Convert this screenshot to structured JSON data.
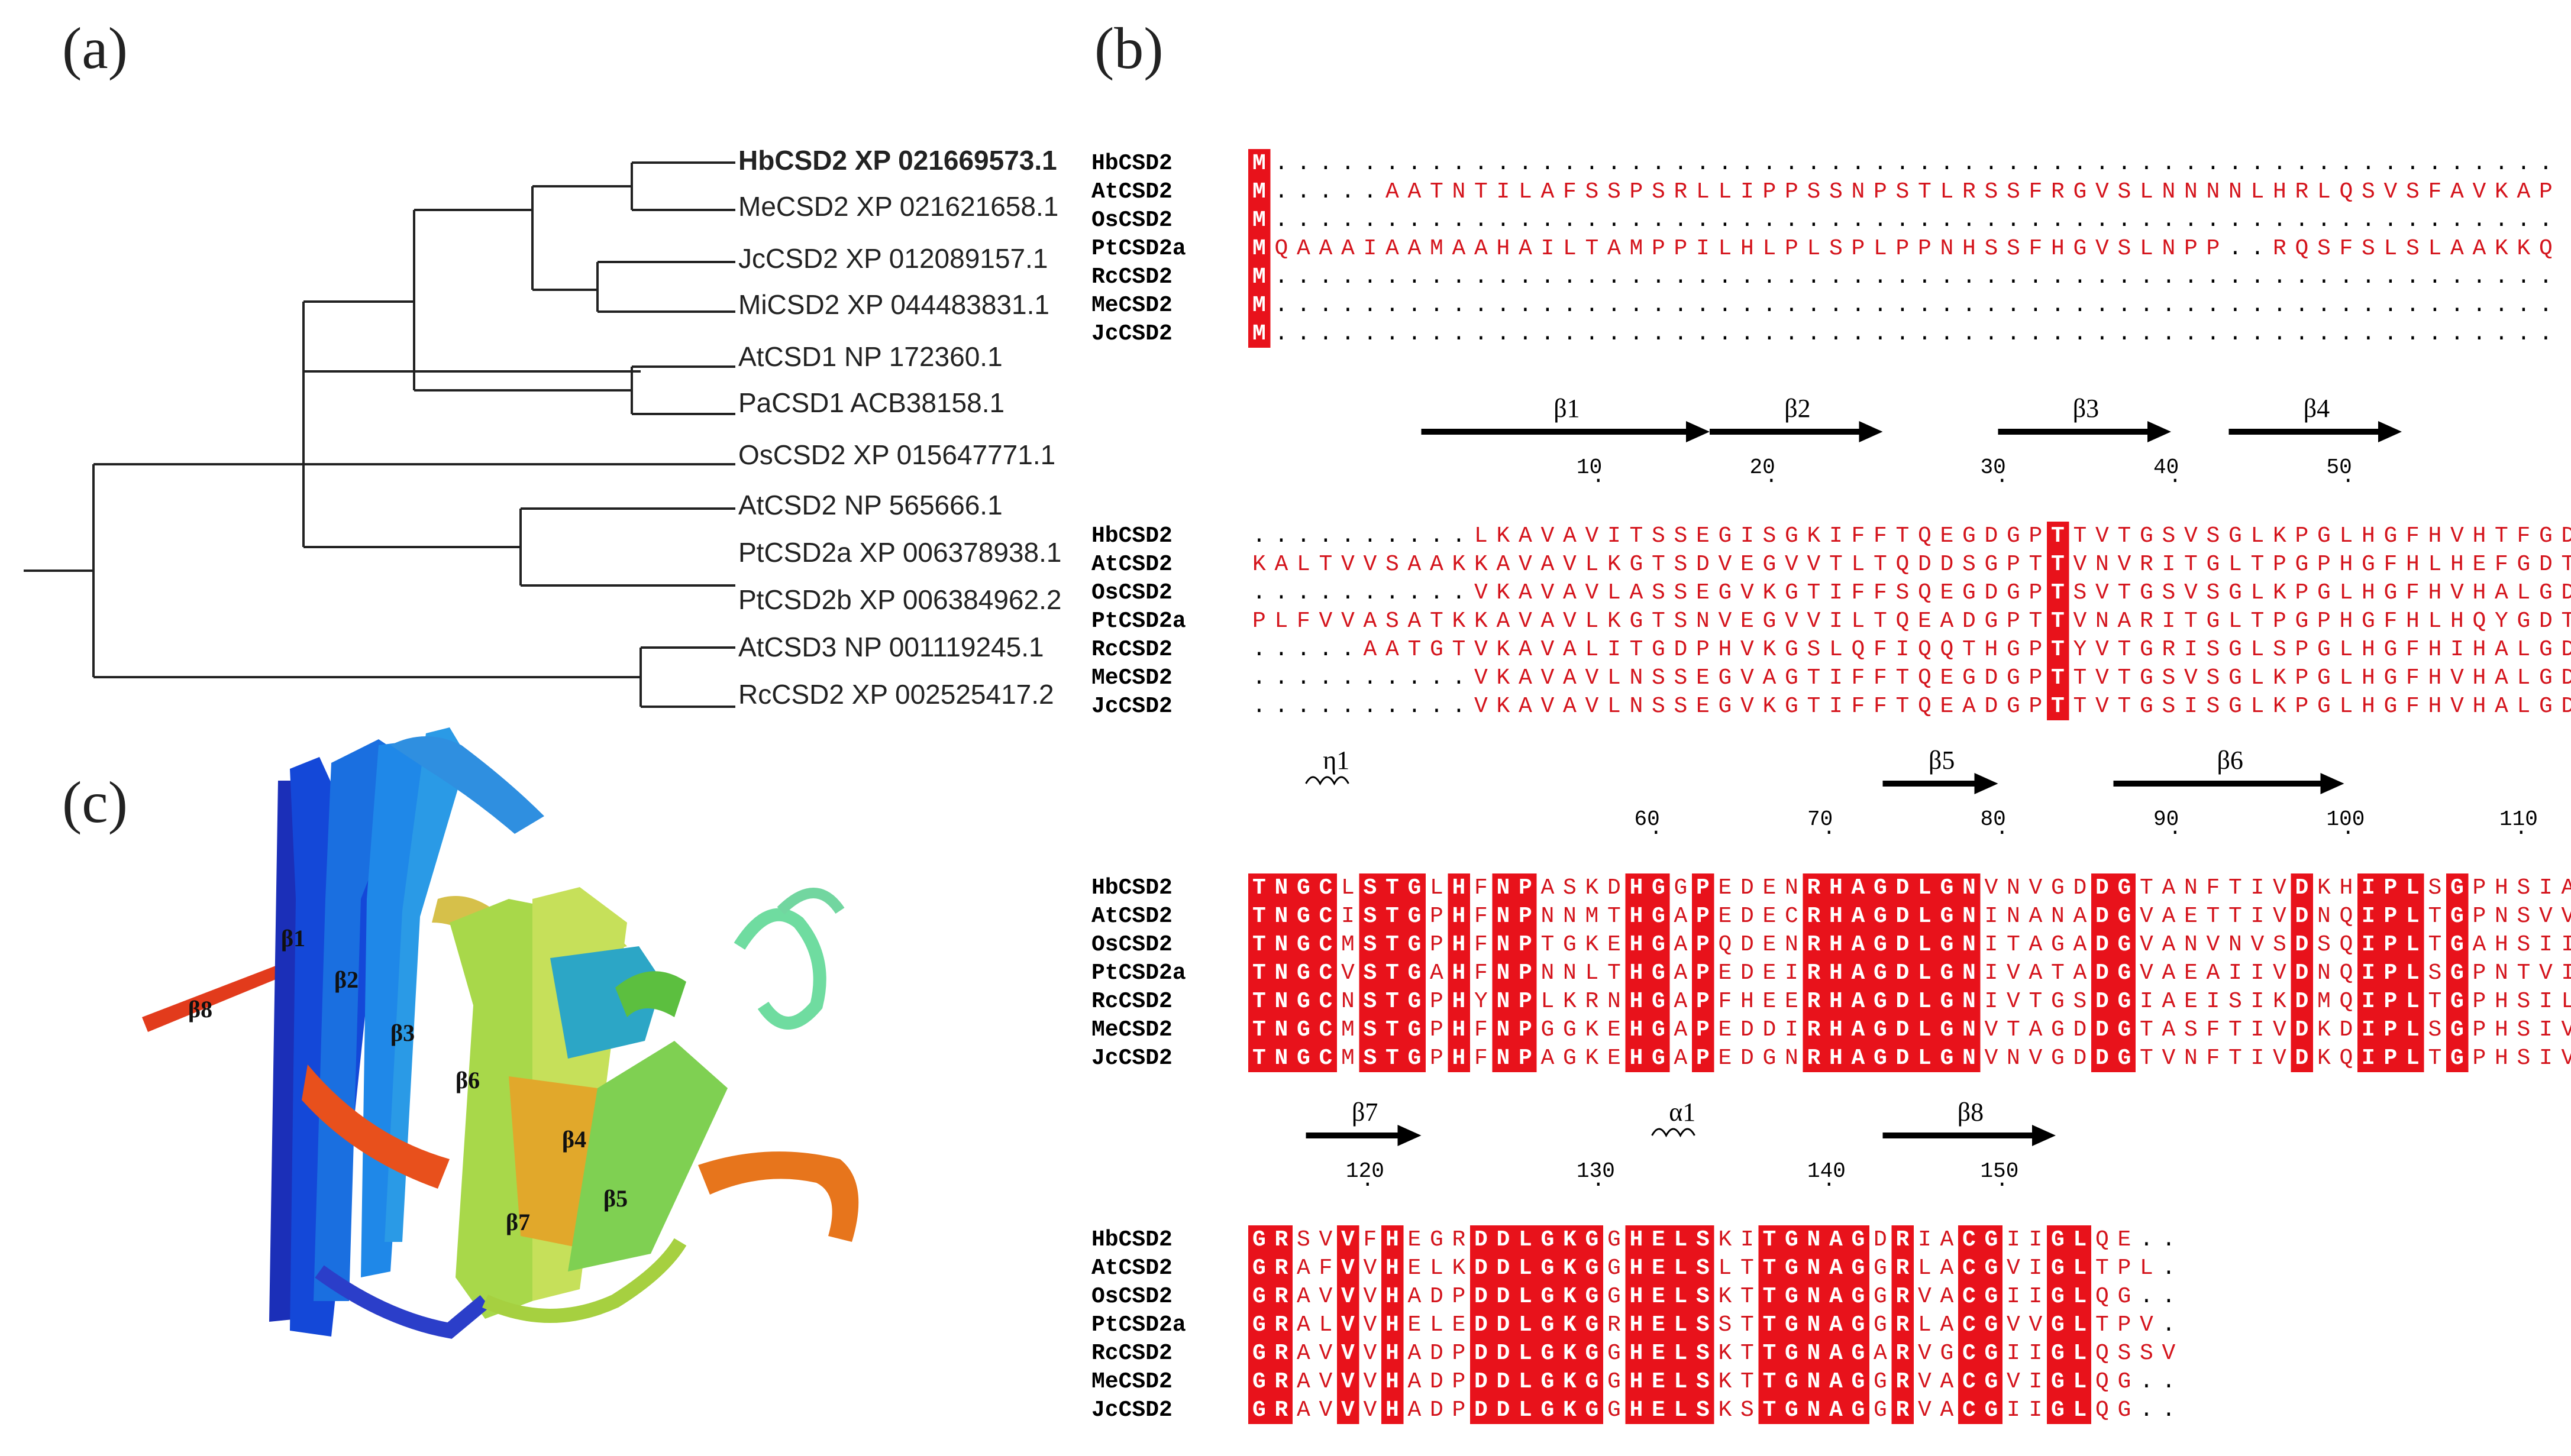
{
  "panels": {
    "a": "(a)",
    "b": "(b)",
    "c": "(c)"
  },
  "tree": {
    "leaves": [
      "HbCSD2  XP 021669573.1",
      "MeCSD2  XP 021621658.1",
      "JcCSD2  XP 012089157.1",
      "MiCSD2  XP 044483831.1",
      "AtCSD1  NP 172360.1",
      "PaCSD1  ACB38158.1",
      "OsCSD2  XP 015647771.1",
      "AtCSD2  NP 565666.1",
      "PtCSD2a  XP 006378938.1",
      "PtCSD2b  XP 006384962.2",
      "AtCSD3  NP 001119245.1",
      "RcCSD2  XP 002525417.2"
    ]
  },
  "alignment": {
    "names": [
      "HbCSD2",
      "AtCSD2",
      "OsCSD2",
      "PtCSD2a",
      "RcCSD2",
      "MeCSD2",
      "JcCSD2"
    ],
    "blocks": [
      {
        "ruler": [],
        "structure": [],
        "rows": [
          "M..........................................................",
          "M.....AATNTILAFSSPSRLLIPPSSNPSTLRSSFRGVSLNNNNLHRLQSVSFAVKAPS",
          "M..........................................................",
          "MQAAAIAAMAAHAILTAMPPILHLPLSPLPPNHSSFHGVSLNPP..RQSFSLSLAAKKQP",
          "M..........................................................",
          "M..........................................................",
          "M.........................................................."
        ]
      },
      {
        "ruler": [
          "10",
          "20",
          "30",
          "40",
          "50"
        ],
        "structure": [
          "β1",
          "β2",
          "β3",
          "β4"
        ],
        "rows": [
          "..........LKAVAVITSSEGISGKIFFTQEGDGPTTVTGSVSGLKPGLHGFHVHTFGDT",
          "KALTVVSAAKKAVAVLKGTSDVEGVVTLTQDDSGPTTVNVRITGLTPGPHGFHLHEFGDT",
          "..........VKAVAVLASSEGVKGTIFFSQEGDGPTSVTGSVSGLKPGLHGFHVHALGDT",
          "PLFVVASATKKAVAVLKGTSNVEGVVILTQEADGPTTVNARITGLTPGPHGFHLHQYGDT",
          ".....AATGTVKAVALITGDPHVKGSLQFIQQTHGPTYVTGRISGLSPGLHGFHIHALGDT",
          "..........VKAVAVLNSSEGVAGTIFFTQEGDGPTTVTGSVSGLKPGLHGFHVHALGDT",
          "..........VKAVAVLNSSEGVKGTIFFTQEADGPTTVTGSISGLKPGLHGFHVHALGDT"
        ]
      },
      {
        "ruler": [
          "60",
          "70",
          "80",
          "90",
          "100",
          "110"
        ],
        "structure": [
          "η1",
          "β5",
          "β6"
        ],
        "rows": [
          "TNGCLSTGLHFNPASKDHGGPEDENRHAGDLGNVNVGDDGTANFTIVDKHIPLSGPHSIA",
          "TNGCISTGPHFNPNNMTHGAPEDECRHAGDLGNINANADGVAETTIVDNQIPLTGPNSVV",
          "TNGCMSTGPHFNPTGKEHGAPQDENRHAGDLGNITAGADGVANVNVSDSQIPLTGAHSII",
          "TNGCVSTGAHFNPNNLTHGAPEDEIRHAGDLGNIVATADGVAEAIIVDNQIPLSGPNTVI",
          "TNGCNSTGPHYNPLKRNHGAPFHEERHAGDLGNIVTGSDGIAEISIKDMQIPLTGPHSIL",
          "TNGCMSTGPHFNPGGKEHGAPEDDIRHAGDLGNVTAGDDGTASFTIVDKDIPLSGPHSIV",
          "TNGCMSTGPHFNPAGKEHGAPEDGNRHAGDLGNVNVGDDGTVNFTIVDKQIPLTGPHSIV"
        ]
      },
      {
        "ruler": [
          "120",
          "130",
          "140",
          "150"
        ],
        "structure": [
          "β7",
          "α1",
          "β8"
        ],
        "rows": [
          "GRSVVFHEGRDDLGKGGHELSKITGNAGDRIACGIIGLQE..",
          "GRAFVVHELKDDLGKGGHELSLTTGNAGGRLACGVIGLTPL.",
          "GRAVVVHADPDDLGKGGHELSKTTGNAGGRVACGIIGLQG..",
          "GRALVVHELEDDLGKGRHELSSTTGNAGGRLACGVVGLTPV.",
          "GRAVVVHADPDDLGKGGHELSKTTGNAGARVGCGIIGLQSSV",
          "GRAVVVHADPDDLGKGGHELSKTTGNAGGRVACGVIGLQG..",
          "GRAVVVHADPDDLGKGGHELSKSTGNAGGRVACGIIGLQG.."
        ]
      }
    ]
  },
  "structure_labels": [
    "β8",
    "β1",
    "β2",
    "β3",
    "β6",
    "β4",
    "β5",
    "β7"
  ],
  "colors": {
    "conserved": "#e8121b",
    "box": "#2233cc",
    "green": "#0aa24a",
    "triangle": "#3a66c8"
  }
}
